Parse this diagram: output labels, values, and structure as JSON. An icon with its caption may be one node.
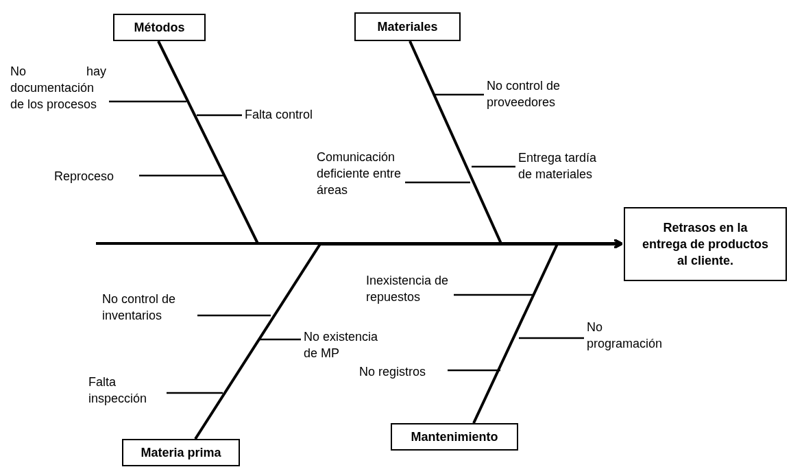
{
  "diagram": {
    "nodes": [
      {
        "text": [
          "Métodos"
        ]
      },
      {
        "text": [
          "No hay documentación de los procesos"
        ]
      },
      {
        "text": [
          "Falta control"
        ]
      },
      {
        "text": [
          "Reproceso"
        ]
      },
      {
        "text": [
          "Materiales"
        ]
      },
      {
        "text": [
          "No control de proveedores"
        ]
      },
      {
        "text": [
          "Comunicación deficiente entre áreas"
        ]
      },
      {
        "text": [
          "Entrega tardía de materiales"
        ]
      },
      {
        "text": [
          "Retrasos en la entrega de productos al cliente."
        ]
      },
      {
        "text": [
          "Inexistencia de repuestos"
        ]
      },
      {
        "text": [
          "No control de inventarios"
        ]
      },
      {
        "text": [
          "No existencia de MP"
        ]
      },
      {
        "text": [
          "No programación"
        ]
      },
      {
        "text": [
          "No registros"
        ]
      },
      {
        "text": [
          "Falta inspección"
        ]
      },
      {
        "text": [
          "Materia prima"
        ]
      },
      {
        "text": [
          "Mantenimiento"
        ]
      }
    ],
    "edges": [
      {
        "from": null,
        "to": 8,
        "arrow": "to"
      },
      {
        "from": 0,
        "to": 8,
        "arrow": "to"
      },
      {
        "from": 4,
        "to": 8,
        "arrow": "to"
      },
      {
        "from": 15,
        "to": 8,
        "arrow": "to"
      },
      {
        "from": 16,
        "to": 8,
        "arrow": "to"
      },
      {
        "from": 1,
        "to": null,
        "arrow": "none"
      },
      {
        "from": 2,
        "to": null,
        "arrow": "none"
      },
      {
        "from": 3,
        "to": null,
        "arrow": "none"
      },
      {
        "from": 5,
        "to": null,
        "arrow": "none"
      },
      {
        "from": 6,
        "to": null,
        "arrow": "none"
      },
      {
        "from": 7,
        "to": null,
        "arrow": "none"
      },
      {
        "from": 9,
        "to": null,
        "arrow": "none"
      },
      {
        "from": 10,
        "to": null,
        "arrow": "none"
      },
      {
        "from": 11,
        "to": null,
        "arrow": "none"
      },
      {
        "from": 12,
        "to": null,
        "arrow": "none"
      },
      {
        "from": 13,
        "to": null,
        "arrow": "none"
      },
      {
        "from": 14,
        "to": null,
        "arrow": "none"
      }
    ]
  }
}
